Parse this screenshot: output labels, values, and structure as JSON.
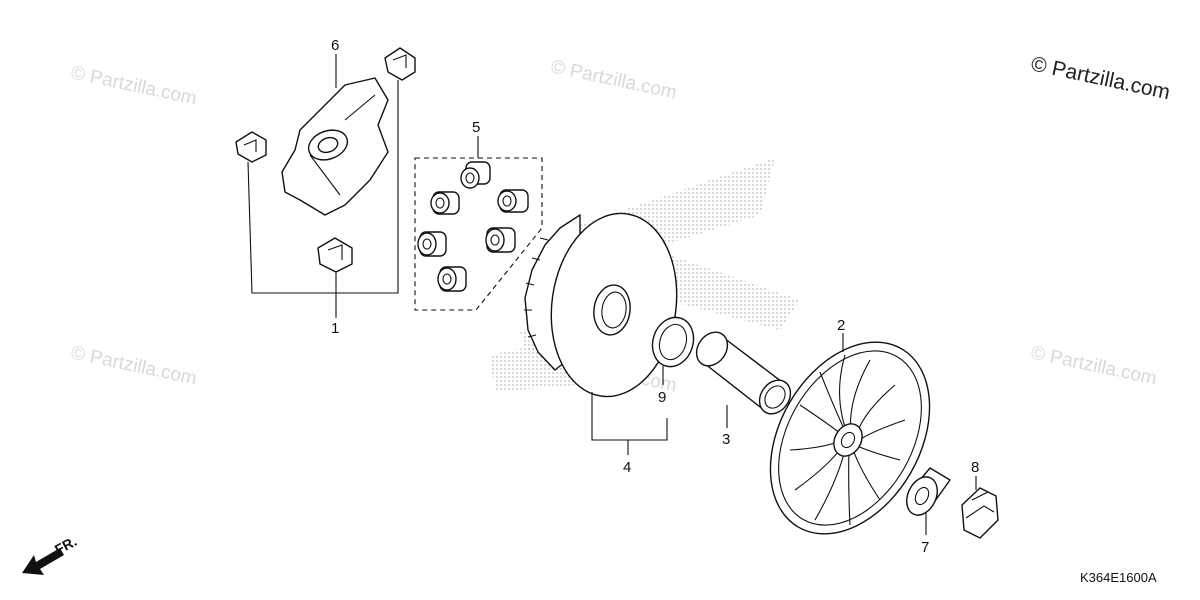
{
  "diagram": {
    "callouts": [
      {
        "id": "c1",
        "label": "1"
      },
      {
        "id": "c2",
        "label": "2"
      },
      {
        "id": "c3",
        "label": "3"
      },
      {
        "id": "c4",
        "label": "4"
      },
      {
        "id": "c5",
        "label": "5"
      },
      {
        "id": "c6",
        "label": "6"
      },
      {
        "id": "c7",
        "label": "7"
      },
      {
        "id": "c8",
        "label": "8"
      },
      {
        "id": "c9",
        "label": "9"
      }
    ],
    "watermark_faint": "© Partzilla.com",
    "watermark_dark": "© Partzilla.com",
    "diagram_code": "K364E1600A",
    "direction_label": "FR."
  }
}
